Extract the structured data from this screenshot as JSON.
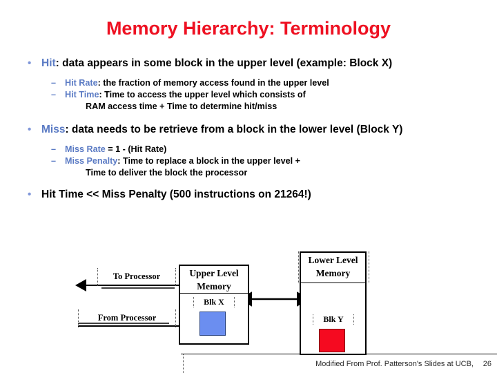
{
  "slide": {
    "title": "Memory Hierarchy: Terminology",
    "page_number": "26",
    "footer": "Modified From Prof. Patterson's Slides at UCB,",
    "colors": {
      "title_red": "#ee1122",
      "keyword_blue": "#5b7bc4",
      "bullet_blue": "#7f96d9",
      "blk_x_blue": "#6b8ef0",
      "blk_y_red": "#f50a20"
    }
  },
  "bullets": {
    "hit": {
      "marker": "•",
      "keyword": "Hit",
      "text": ": data appears in some block in the upper level (example: Block X)",
      "subs": [
        {
          "marker": "–",
          "keyword": "Hit Rate",
          "text": ": the fraction of memory access found in the upper level"
        },
        {
          "marker": "–",
          "keyword": "Hit Time",
          "text": ": Time to access the upper level which consists of",
          "continuation": "RAM access time + Time to determine hit/miss"
        }
      ]
    },
    "miss": {
      "marker": "•",
      "keyword": "Miss",
      "text": ": data needs to be retrieve from a block in the lower level (Block Y)",
      "subs": [
        {
          "marker": "–",
          "keyword": "Miss Rate",
          "text": "  = 1 - (Hit Rate)"
        },
        {
          "marker": "–",
          "keyword": "Miss Penalty",
          "text": ": Time to replace a block in the upper level  +",
          "continuation": "Time to deliver the block the processor"
        }
      ]
    },
    "summary": {
      "marker": "•",
      "text": "Hit Time << Miss Penalty (500 instructions on 21264!)"
    }
  },
  "diagram": {
    "to_processor_label": "To Processor",
    "from_processor_label": "From Processor",
    "upper_box": {
      "title_line1": "Upper Level",
      "title_line2": "Memory",
      "block_label": "Blk X"
    },
    "lower_box": {
      "title_line1": "Lower Level",
      "title_line2": "Memory",
      "block_label": "Blk Y"
    }
  }
}
